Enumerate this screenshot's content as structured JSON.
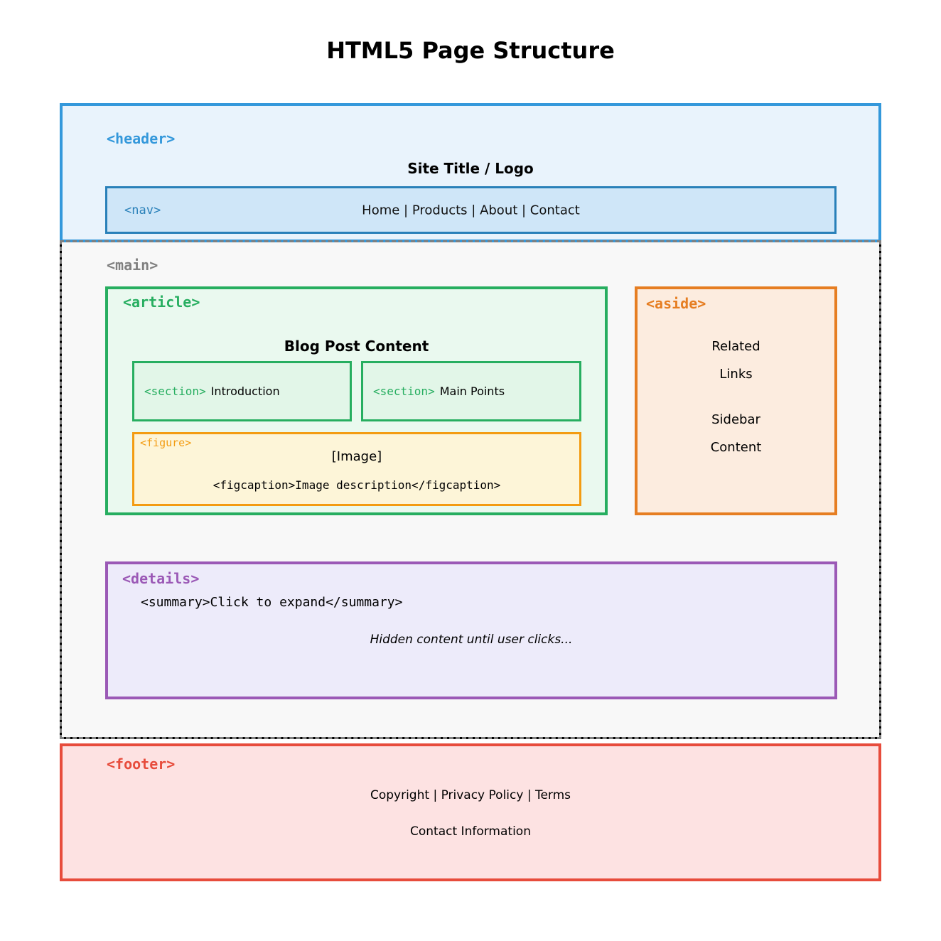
{
  "page": {
    "title": "HTML5 Page Structure"
  },
  "colors": {
    "blue": "#3498db",
    "blue-bg": "#e9f3fc",
    "nav-border": "#2980b9",
    "nav-bg": "#cfe6f8",
    "gray": "#808080",
    "main-bg": "#f8f8f8",
    "green": "#27ae60",
    "article-bg": "#eaf9ef",
    "section-bg": "#e2f6e8",
    "fig-orange": "#f39c12",
    "fig-bg": "#fdf5d8",
    "aside-orange": "#e67e22",
    "aside-bg": "#fcecdf",
    "purple": "#9b59b6",
    "details-bg": "#edebfa",
    "red": "#e74c3c",
    "footer-bg": "#fde2e2"
  },
  "header": {
    "tag": "<header>",
    "site_title": "Site Title / Logo",
    "nav": {
      "tag": "<nav>",
      "links": "Home | Products | About | Contact"
    }
  },
  "main": {
    "tag": "<main>",
    "article": {
      "tag": "<article>",
      "heading": "Blog Post Content",
      "sections": [
        {
          "tag": "<section>",
          "label": "Introduction"
        },
        {
          "tag": "<section>",
          "label": "Main Points"
        }
      ],
      "figure": {
        "tag": "<figure>",
        "image_placeholder": "[Image]",
        "caption": "<figcaption>Image description</figcaption>"
      }
    },
    "aside": {
      "tag": "<aside>",
      "block1": "Related Links",
      "block2": "Sidebar Content"
    },
    "details": {
      "tag": "<details>",
      "summary": "<summary>Click to expand</summary>",
      "hidden_text": "Hidden content until user clicks..."
    }
  },
  "footer": {
    "tag": "<footer>",
    "line1": "Copyright | Privacy Policy | Terms",
    "line2": "Contact Information"
  }
}
